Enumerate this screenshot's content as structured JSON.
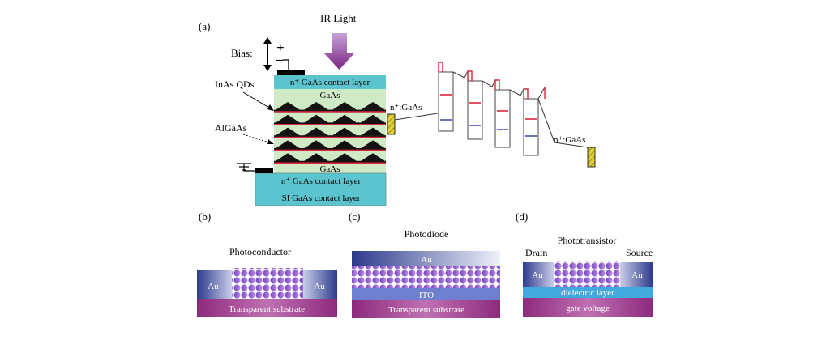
{
  "panels": {
    "a": {
      "letter": "(a)",
      "ir_light": "IR Light",
      "bias": "Bias:",
      "bias_plus": "+",
      "bias_minus": "–",
      "inas_qds": "InAs QDs",
      "algaas": "AlGaAs",
      "top_contact": "n⁺ GaAs contact layer",
      "gaas_top": "GaAs",
      "gaas_bottom": "GaAs",
      "bottom_contact": "n⁺ GaAs contact layer",
      "si_layer": "SI GaAs contact layer",
      "band_left_label": "n⁺:GaAs",
      "band_right_label": "n⁺:GaAs"
    },
    "b": {
      "letter": "(b)",
      "title": "Photoconductor",
      "au_left": "Au",
      "au_right": "Au",
      "substrate": "Transparent substrate"
    },
    "c": {
      "letter": "(c)",
      "title": "Photodiode",
      "au": "Au",
      "ito": "ITO",
      "substrate": "Transparent substrate"
    },
    "d": {
      "letter": "(d)",
      "title": "Phototransistor",
      "drain": "Drain",
      "source": "Source",
      "au_left": "Au",
      "au_right": "Au",
      "dielectric": "dielectric layer",
      "gate": "gate voltage"
    }
  },
  "colors": {
    "contact_layer": "#5bc4cf",
    "gaas_layer": "#cfeac4",
    "qd": "#1a1a1a",
    "red_line": "#d8263c",
    "arrow_purple": "#8b2f8f",
    "au_blue": "#2e3f8f",
    "substrate_magenta": "#9a2f86",
    "ito_blue": "#6f7fd0",
    "dielectric": "#41a9dd",
    "dot_purple": "#8f5ac8",
    "hatch_yellow": "#d8c93a"
  }
}
